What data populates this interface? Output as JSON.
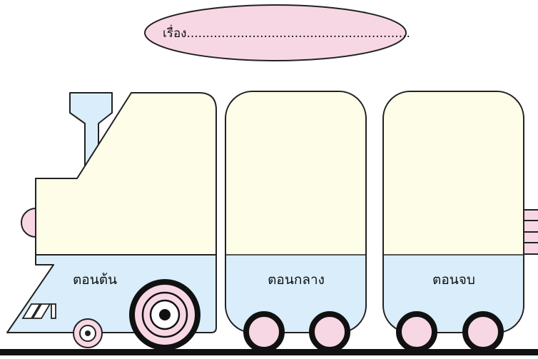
{
  "title": {
    "text": "เรื่อง.........................................................."
  },
  "cars": [
    {
      "label": "ตอนต้น"
    },
    {
      "label": "ตอนกลาง"
    },
    {
      "label": "ตอนจบ"
    }
  ],
  "colors": {
    "cream": "#FDFDE8",
    "blue": "#D9EDFA",
    "pink": "#F8D7E5",
    "outline": "#222222",
    "rail": "#111111"
  }
}
